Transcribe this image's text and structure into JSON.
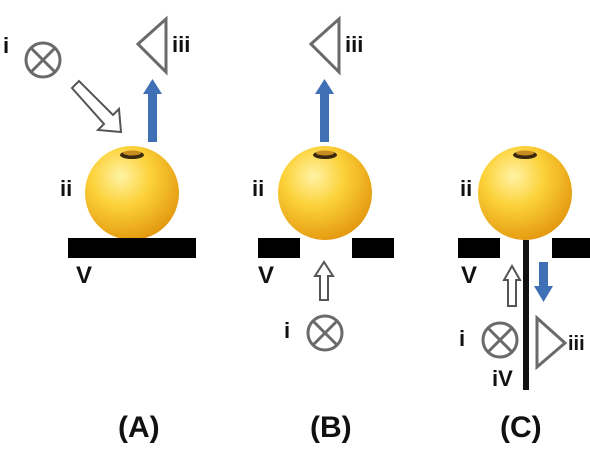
{
  "colors": {
    "sphere_light": "#fff3a6",
    "sphere_mid": "#fcd23a",
    "sphere_dark": "#e49a10",
    "substrate": "#000000",
    "emission_arrow": "#3f6fb5",
    "excitation_arrow_outline": "#555555",
    "outline": "#6a6a6a"
  },
  "icons": {
    "source": "circle-cross-icon",
    "detector": "triangle-detector-icon",
    "emission": "solid-arrow-icon",
    "excitation": "hollow-arrow-icon"
  },
  "panels": {
    "a": {
      "caption": "(A)",
      "source_label": "i",
      "particle_label": "ii",
      "detector_label": "iii",
      "substrate_label": "V"
    },
    "b": {
      "caption": "(B)",
      "source_label": "i",
      "particle_label": "ii",
      "detector_label": "iii",
      "substrate_label": "V"
    },
    "c": {
      "caption": "(C)",
      "source_label": "i",
      "particle_label": "ii",
      "detector_label": "iii",
      "substrate_label": "V",
      "fiber_label": "iV"
    }
  }
}
